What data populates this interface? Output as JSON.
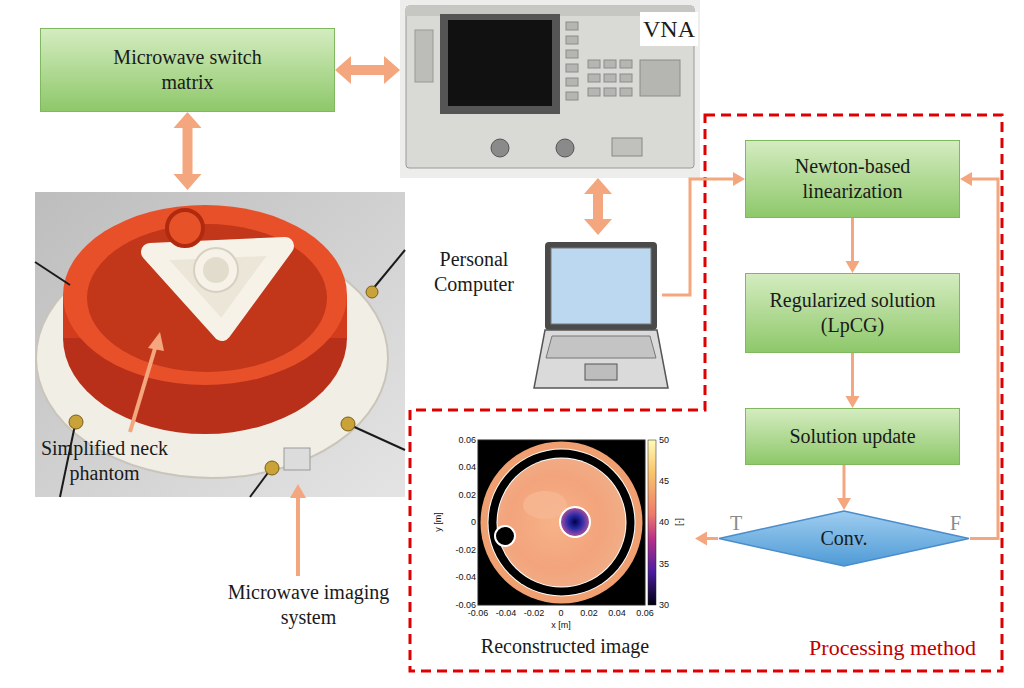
{
  "diagram": {
    "nodes": [
      {
        "text": [
          "Microwave switch matrix"
        ]
      },
      {
        "text": [
          "VNA"
        ]
      },
      {
        "text": [
          "Simplified neck phantom",
          "Microwave imaging system"
        ]
      },
      {
        "text": [
          "Personal Computer"
        ]
      },
      {
        "text": [
          "Processing method"
        ]
      },
      {
        "text": [
          "Newton-based linearization"
        ],
        "in": 4
      },
      {
        "text": [
          "Regularized solution (LpCG)"
        ],
        "in": 4
      },
      {
        "text": [
          "Solution update"
        ],
        "in": 4
      },
      {
        "text": [
          "Conv."
        ],
        "in": 4
      },
      {
        "text": [
          "Reconstructed image"
        ],
        "in": 4
      }
    ],
    "edges": [
      {
        "from": 0,
        "to": 1,
        "arrow": "both"
      },
      {
        "from": 0,
        "to": 2,
        "arrow": "both"
      },
      {
        "from": 1,
        "to": 3,
        "arrow": "both"
      },
      {
        "from": 3,
        "to": 5,
        "arrow": "to"
      },
      {
        "from": 5,
        "to": 6,
        "arrow": "to"
      },
      {
        "from": 6,
        "to": 7,
        "arrow": "to"
      },
      {
        "from": 7,
        "to": 8,
        "arrow": "to"
      },
      {
        "from": 8,
        "to": 5,
        "label": "F",
        "arrow": "to"
      },
      {
        "from": 8,
        "to": 9,
        "label": "T",
        "arrow": "to"
      }
    ],
    "labels": [
      "0.06",
      "0.04",
      "0.02",
      "0",
      "-0.02",
      "-0.04",
      "-0.06",
      "y [m]",
      "-0.06",
      "-0.04",
      "-0.02",
      "0",
      "0.02",
      "0.04",
      "0.06",
      "x [m]",
      "50",
      "45",
      "40",
      "35",
      "30",
      "[-]"
    ]
  }
}
